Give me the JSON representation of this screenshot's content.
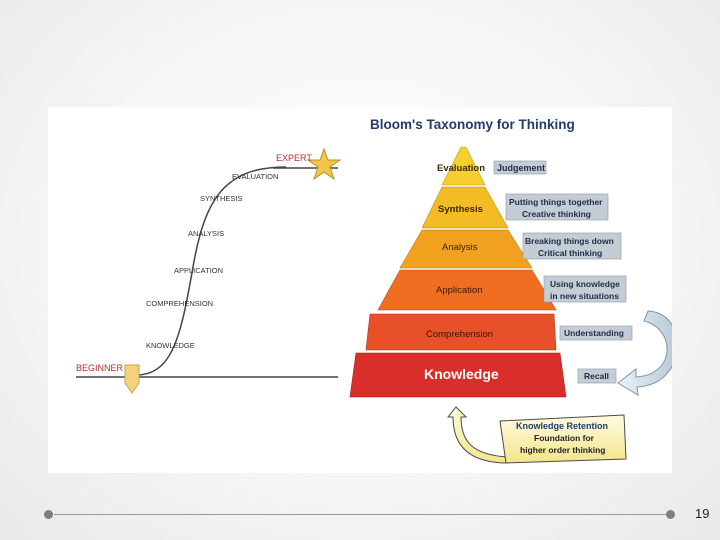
{
  "diagram": {
    "title": "Bloom's Taxonomy for Thinking",
    "curve": {
      "start_label": "BEGINNER",
      "end_label": "EXPERT",
      "stages": [
        "KNOWLEDGE",
        "COMPREHENSION",
        "APPLICATION",
        "ANALYSIS",
        "SYNTHESIS",
        "EVALUATION"
      ]
    },
    "pyramid": [
      {
        "level": "Evaluation",
        "description": [
          "Judgement"
        ],
        "color": "#f4cf2e"
      },
      {
        "level": "Synthesis",
        "description": [
          "Putting things together",
          "Creative thinking"
        ],
        "color": "#f3bb24"
      },
      {
        "level": "Analysis",
        "description": [
          "Breaking things down",
          "Critical thinking"
        ],
        "color": "#f2a11f"
      },
      {
        "level": "Application",
        "description": [
          "Using knowledge",
          "in new situations"
        ],
        "color": "#ef6e22"
      },
      {
        "level": "Comprehension",
        "description": [
          "Understanding"
        ],
        "color": "#e8502a"
      },
      {
        "level": "Knowledge",
        "description": [
          "Recall"
        ],
        "color": "#d92e2a"
      }
    ],
    "retention_box": {
      "lines": [
        "Knowledge Retention",
        "Foundation for",
        "higher order thinking"
      ]
    }
  },
  "footer": {
    "page_number": "19"
  }
}
